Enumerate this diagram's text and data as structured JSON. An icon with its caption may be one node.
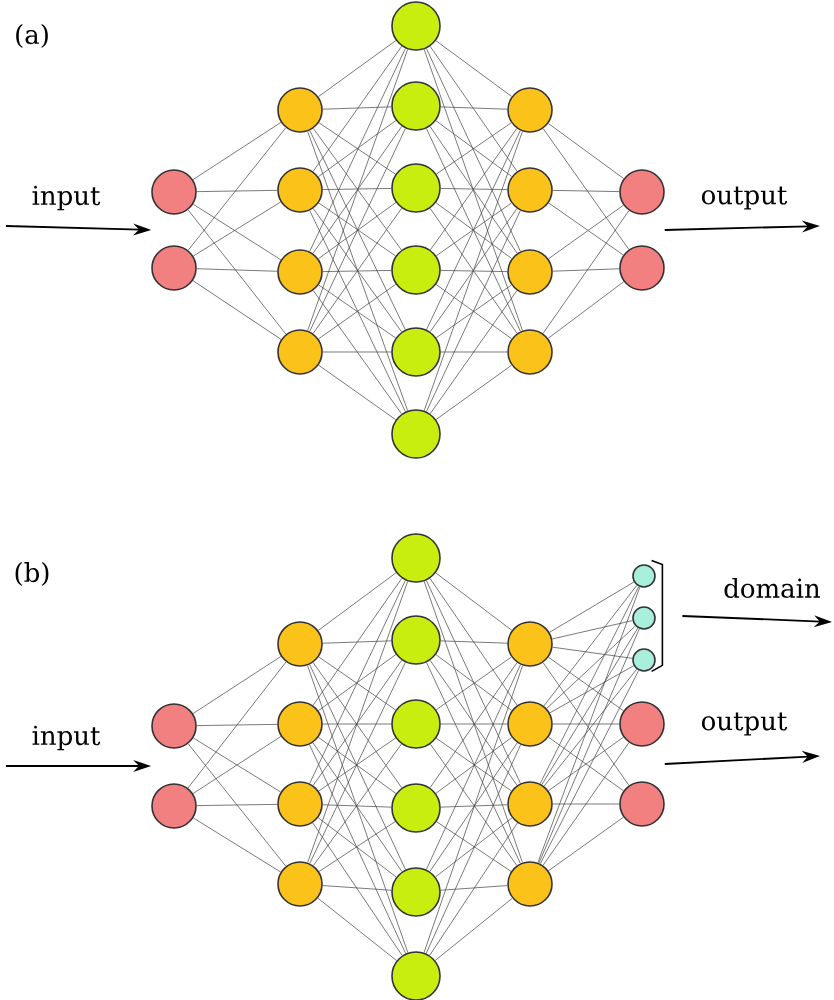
{
  "diagram": {
    "nodes": [
      {
        "text": [],
        "shape": "circle"
      },
      {
        "text": [],
        "shape": "circle"
      },
      {
        "text": [],
        "shape": "circle"
      },
      {
        "text": [],
        "shape": "circle"
      },
      {
        "text": [],
        "shape": "circle"
      },
      {
        "text": [],
        "shape": "circle"
      },
      {
        "text": [],
        "shape": "circle"
      },
      {
        "text": [],
        "shape": "circle"
      },
      {
        "text": [],
        "shape": "circle"
      },
      {
        "text": [],
        "shape": "circle"
      },
      {
        "text": [],
        "shape": "circle"
      },
      {
        "text": [],
        "shape": "circle"
      },
      {
        "text": [],
        "shape": "circle"
      },
      {
        "text": [],
        "shape": "circle"
      },
      {
        "text": [],
        "shape": "circle"
      },
      {
        "text": [],
        "shape": "circle"
      },
      {
        "text": [],
        "shape": "circle"
      },
      {
        "text": [],
        "shape": "circle"
      },
      {
        "text": [],
        "shape": "circle"
      },
      {
        "text": [],
        "shape": "circle"
      },
      {
        "text": [],
        "shape": "circle"
      },
      {
        "text": [],
        "shape": "circle"
      },
      {
        "text": [],
        "shape": "circle"
      },
      {
        "text": [],
        "shape": "circle"
      },
      {
        "text": [],
        "shape": "circle"
      },
      {
        "text": [],
        "shape": "circle"
      },
      {
        "text": [],
        "shape": "circle"
      },
      {
        "text": [],
        "shape": "circle"
      },
      {
        "text": [],
        "shape": "circle"
      },
      {
        "text": [],
        "shape": "circle"
      },
      {
        "text": [],
        "shape": "circle"
      },
      {
        "text": [],
        "shape": "circle"
      },
      {
        "text": [],
        "shape": "circle"
      },
      {
        "text": [],
        "shape": "circle"
      },
      {
        "text": [],
        "shape": "circle"
      },
      {
        "text": [],
        "shape": "circle"
      },
      {
        "text": [],
        "shape": "circle"
      },
      {
        "text": [],
        "shape": "circle"
      },
      {
        "text": [],
        "shape": "circle"
      },
      {
        "text": [],
        "shape": "bracket"
      }
    ],
    "edges": [
      {
        "from": null,
        "to": 0,
        "arrow": "to",
        "label": "input"
      },
      {
        "from": 16,
        "to": null,
        "arrow": "to",
        "label": "output"
      },
      {
        "from": null,
        "to": 18,
        "arrow": "to",
        "label": "input"
      },
      {
        "from": 39,
        "to": null,
        "arrow": "to",
        "label": "domain"
      },
      {
        "from": 34,
        "to": null,
        "arrow": "to",
        "label": "output"
      },
      {
        "from": 0,
        "to": 2,
        "arrow": "none"
      },
      {
        "from": 0,
        "to": 3,
        "arrow": "none"
      },
      {
        "from": 0,
        "to": 4,
        "arrow": "none"
      },
      {
        "from": 0,
        "to": 5,
        "arrow": "none"
      },
      {
        "from": 1,
        "to": 2,
        "arrow": "none"
      },
      {
        "from": 1,
        "to": 3,
        "arrow": "none"
      },
      {
        "from": 1,
        "to": 4,
        "arrow": "none"
      },
      {
        "from": 1,
        "to": 5,
        "arrow": "none"
      },
      {
        "from": 2,
        "to": 6,
        "arrow": "none"
      },
      {
        "from": 2,
        "to": 7,
        "arrow": "none"
      },
      {
        "from": 2,
        "to": 8,
        "arrow": "none"
      },
      {
        "from": 2,
        "to": 9,
        "arrow": "none"
      },
      {
        "from": 2,
        "to": 10,
        "arrow": "none"
      },
      {
        "from": 2,
        "to": 11,
        "arrow": "none"
      },
      {
        "from": 3,
        "to": 6,
        "arrow": "none"
      },
      {
        "from": 3,
        "to": 7,
        "arrow": "none"
      },
      {
        "from": 3,
        "to": 8,
        "arrow": "none"
      },
      {
        "from": 3,
        "to": 9,
        "arrow": "none"
      },
      {
        "from": 3,
        "to": 10,
        "arrow": "none"
      },
      {
        "from": 3,
        "to": 11,
        "arrow": "none"
      },
      {
        "from": 4,
        "to": 6,
        "arrow": "none"
      },
      {
        "from": 4,
        "to": 7,
        "arrow": "none"
      },
      {
        "from": 4,
        "to": 8,
        "arrow": "none"
      },
      {
        "from": 4,
        "to": 9,
        "arrow": "none"
      },
      {
        "from": 4,
        "to": 10,
        "arrow": "none"
      },
      {
        "from": 4,
        "to": 11,
        "arrow": "none"
      },
      {
        "from": 5,
        "to": 6,
        "arrow": "none"
      },
      {
        "from": 5,
        "to": 7,
        "arrow": "none"
      },
      {
        "from": 5,
        "to": 8,
        "arrow": "none"
      },
      {
        "from": 5,
        "to": 9,
        "arrow": "none"
      },
      {
        "from": 5,
        "to": 10,
        "arrow": "none"
      },
      {
        "from": 5,
        "to": 11,
        "arrow": "none"
      },
      {
        "from": 6,
        "to": 12,
        "arrow": "none"
      },
      {
        "from": 6,
        "to": 13,
        "arrow": "none"
      },
      {
        "from": 6,
        "to": 14,
        "arrow": "none"
      },
      {
        "from": 6,
        "to": 15,
        "arrow": "none"
      },
      {
        "from": 7,
        "to": 12,
        "arrow": "none"
      },
      {
        "from": 7,
        "to": 13,
        "arrow": "none"
      },
      {
        "from": 7,
        "to": 14,
        "arrow": "none"
      },
      {
        "from": 7,
        "to": 15,
        "arrow": "none"
      },
      {
        "from": 8,
        "to": 12,
        "arrow": "none"
      },
      {
        "from": 8,
        "to": 13,
        "arrow": "none"
      },
      {
        "from": 8,
        "to": 14,
        "arrow": "none"
      },
      {
        "from": 8,
        "to": 15,
        "arrow": "none"
      },
      {
        "from": 9,
        "to": 12,
        "arrow": "none"
      },
      {
        "from": 9,
        "to": 13,
        "arrow": "none"
      },
      {
        "from": 9,
        "to": 14,
        "arrow": "none"
      },
      {
        "from": 9,
        "to": 15,
        "arrow": "none"
      },
      {
        "from": 10,
        "to": 12,
        "arrow": "none"
      },
      {
        "from": 10,
        "to": 13,
        "arrow": "none"
      },
      {
        "from": 10,
        "to": 14,
        "arrow": "none"
      },
      {
        "from": 10,
        "to": 15,
        "arrow": "none"
      },
      {
        "from": 11,
        "to": 12,
        "arrow": "none"
      },
      {
        "from": 11,
        "to": 13,
        "arrow": "none"
      },
      {
        "from": 11,
        "to": 14,
        "arrow": "none"
      },
      {
        "from": 11,
        "to": 15,
        "arrow": "none"
      },
      {
        "from": 12,
        "to": 16,
        "arrow": "none"
      },
      {
        "from": 12,
        "to": 17,
        "arrow": "none"
      },
      {
        "from": 13,
        "to": 16,
        "arrow": "none"
      },
      {
        "from": 13,
        "to": 17,
        "arrow": "none"
      },
      {
        "from": 14,
        "to": 16,
        "arrow": "none"
      },
      {
        "from": 14,
        "to": 17,
        "arrow": "none"
      },
      {
        "from": 15,
        "to": 16,
        "arrow": "none"
      },
      {
        "from": 15,
        "to": 17,
        "arrow": "none"
      },
      {
        "from": 18,
        "to": 20,
        "arrow": "none"
      },
      {
        "from": 18,
        "to": 21,
        "arrow": "none"
      },
      {
        "from": 18,
        "to": 22,
        "arrow": "none"
      },
      {
        "from": 18,
        "to": 23,
        "arrow": "none"
      },
      {
        "from": 19,
        "to": 20,
        "arrow": "none"
      },
      {
        "from": 19,
        "to": 21,
        "arrow": "none"
      },
      {
        "from": 19,
        "to": 22,
        "arrow": "none"
      },
      {
        "from": 19,
        "to": 23,
        "arrow": "none"
      },
      {
        "from": 20,
        "to": 24,
        "arrow": "none"
      },
      {
        "from": 20,
        "to": 25,
        "arrow": "none"
      },
      {
        "from": 20,
        "to": 26,
        "arrow": "none"
      },
      {
        "from": 20,
        "to": 27,
        "arrow": "none"
      },
      {
        "from": 20,
        "to": 28,
        "arrow": "none"
      },
      {
        "from": 20,
        "to": 29,
        "arrow": "none"
      },
      {
        "from": 21,
        "to": 24,
        "arrow": "none"
      },
      {
        "from": 21,
        "to": 25,
        "arrow": "none"
      },
      {
        "from": 21,
        "to": 26,
        "arrow": "none"
      },
      {
        "from": 21,
        "to": 27,
        "arrow": "none"
      },
      {
        "from": 21,
        "to": 28,
        "arrow": "none"
      },
      {
        "from": 21,
        "to": 29,
        "arrow": "none"
      },
      {
        "from": 22,
        "to": 24,
        "arrow": "none"
      },
      {
        "from": 22,
        "to": 25,
        "arrow": "none"
      },
      {
        "from": 22,
        "to": 26,
        "arrow": "none"
      },
      {
        "from": 22,
        "to": 27,
        "arrow": "none"
      },
      {
        "from": 22,
        "to": 28,
        "arrow": "none"
      },
      {
        "from": 22,
        "to": 29,
        "arrow": "none"
      },
      {
        "from": 23,
        "to": 24,
        "arrow": "none"
      },
      {
        "from": 23,
        "to": 25,
        "arrow": "none"
      },
      {
        "from": 23,
        "to": 26,
        "arrow": "none"
      },
      {
        "from": 23,
        "to": 27,
        "arrow": "none"
      },
      {
        "from": 23,
        "to": 28,
        "arrow": "none"
      },
      {
        "from": 23,
        "to": 29,
        "arrow": "none"
      },
      {
        "from": 24,
        "to": 30,
        "arrow": "none"
      },
      {
        "from": 24,
        "to": 31,
        "arrow": "none"
      },
      {
        "from": 24,
        "to": 32,
        "arrow": "none"
      },
      {
        "from": 24,
        "to": 33,
        "arrow": "none"
      },
      {
        "from": 25,
        "to": 30,
        "arrow": "none"
      },
      {
        "from": 25,
        "to": 31,
        "arrow": "none"
      },
      {
        "from": 25,
        "to": 32,
        "arrow": "none"
      },
      {
        "from": 25,
        "to": 33,
        "arrow": "none"
      },
      {
        "from": 26,
        "to": 30,
        "arrow": "none"
      },
      {
        "from": 26,
        "to": 31,
        "arrow": "none"
      },
      {
        "from": 26,
        "to": 32,
        "arrow": "none"
      },
      {
        "from": 26,
        "to": 33,
        "arrow": "none"
      },
      {
        "from": 27,
        "to": 30,
        "arrow": "none"
      },
      {
        "from": 27,
        "to": 31,
        "arrow": "none"
      },
      {
        "from": 27,
        "to": 32,
        "arrow": "none"
      },
      {
        "from": 27,
        "to": 33,
        "arrow": "none"
      },
      {
        "from": 28,
        "to": 30,
        "arrow": "none"
      },
      {
        "from": 28,
        "to": 31,
        "arrow": "none"
      },
      {
        "from": 28,
        "to": 32,
        "arrow": "none"
      },
      {
        "from": 28,
        "to": 33,
        "arrow": "none"
      },
      {
        "from": 29,
        "to": 30,
        "arrow": "none"
      },
      {
        "from": 29,
        "to": 31,
        "arrow": "none"
      },
      {
        "from": 29,
        "to": 32,
        "arrow": "none"
      },
      {
        "from": 29,
        "to": 33,
        "arrow": "none"
      },
      {
        "from": 30,
        "to": 34,
        "arrow": "none"
      },
      {
        "from": 30,
        "to": 35,
        "arrow": "none"
      },
      {
        "from": 30,
        "to": 36,
        "arrow": "none"
      },
      {
        "from": 30,
        "to": 37,
        "arrow": "none"
      },
      {
        "from": 30,
        "to": 38,
        "arrow": "none"
      },
      {
        "from": 31,
        "to": 34,
        "arrow": "none"
      },
      {
        "from": 31,
        "to": 35,
        "arrow": "none"
      },
      {
        "from": 31,
        "to": 36,
        "arrow": "none"
      },
      {
        "from": 31,
        "to": 37,
        "arrow": "none"
      },
      {
        "from": 31,
        "to": 38,
        "arrow": "none"
      },
      {
        "from": 32,
        "to": 34,
        "arrow": "none"
      },
      {
        "from": 32,
        "to": 35,
        "arrow": "none"
      },
      {
        "from": 32,
        "to": 36,
        "arrow": "none"
      },
      {
        "from": 32,
        "to": 37,
        "arrow": "none"
      },
      {
        "from": 32,
        "to": 38,
        "arrow": "none"
      },
      {
        "from": 33,
        "to": 34,
        "arrow": "none"
      },
      {
        "from": 33,
        "to": 35,
        "arrow": "none"
      },
      {
        "from": 33,
        "to": 36,
        "arrow": "none"
      },
      {
        "from": 33,
        "to": 37,
        "arrow": "none"
      },
      {
        "from": 33,
        "to": 38,
        "arrow": "none"
      }
    ],
    "labels": [
      "(a)",
      "(b)"
    ]
  }
}
